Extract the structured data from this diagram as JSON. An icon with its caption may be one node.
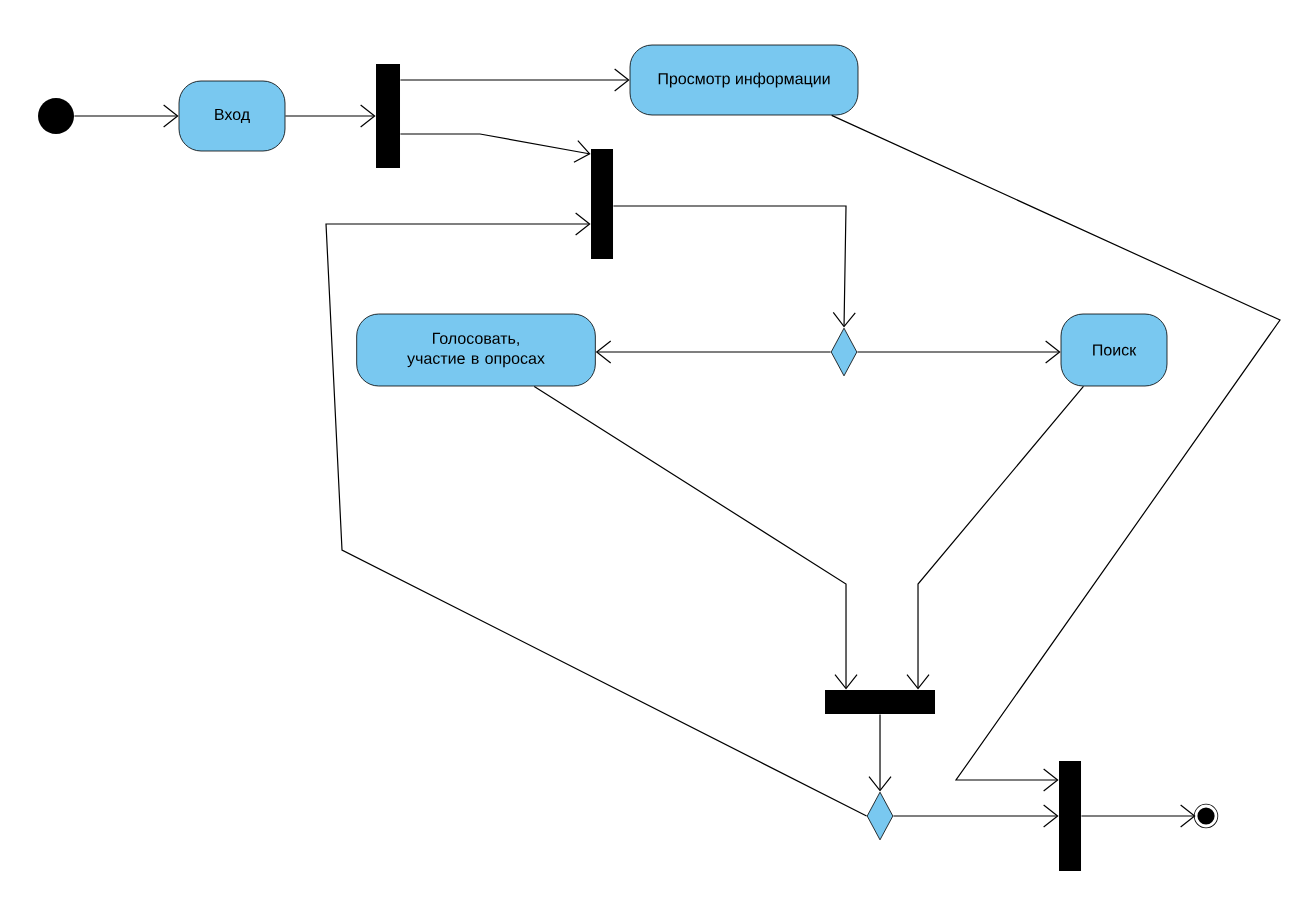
{
  "diagram": {
    "nodes": [
      {
        "text": [],
        "shape": "circle"
      },
      {
        "text": [
          "Вход"
        ]
      },
      {
        "text": [],
        "shape": "bar"
      },
      {
        "text": [
          "Просмотр информации"
        ]
      },
      {
        "text": [],
        "shape": "bar"
      },
      {
        "text": [],
        "shape": "diamond"
      },
      {
        "text": [
          "Голосовать, участие в опросах"
        ]
      },
      {
        "text": [
          "Поиск"
        ]
      },
      {
        "text": [],
        "shape": "bar"
      },
      {
        "text": [],
        "shape": "diamond"
      },
      {
        "text": [],
        "shape": "bar"
      },
      {
        "text": [],
        "shape": "bullseye"
      }
    ],
    "edges": [
      {
        "from": 0,
        "to": 1,
        "arrow": "to"
      },
      {
        "from": 1,
        "to": 2,
        "arrow": "to"
      },
      {
        "from": 2,
        "to": 3,
        "arrow": "to"
      },
      {
        "from": 3,
        "to": 10,
        "arrow": "to"
      },
      {
        "from": 2,
        "to": 4,
        "arrow": "to"
      },
      {
        "from": 4,
        "to": 5,
        "arrow": "to"
      },
      {
        "from": 5,
        "to": 6,
        "arrow": "to"
      },
      {
        "from": 5,
        "to": 7,
        "arrow": "to"
      },
      {
        "from": 6,
        "to": 8,
        "arrow": "to"
      },
      {
        "from": 7,
        "to": 8,
        "arrow": "to"
      },
      {
        "from": 8,
        "to": 9,
        "arrow": "to"
      },
      {
        "from": 9,
        "to": 4,
        "arrow": "to"
      },
      {
        "from": 9,
        "to": 10,
        "arrow": "to"
      },
      {
        "from": 10,
        "to": 11,
        "arrow": "to"
      }
    ]
  }
}
